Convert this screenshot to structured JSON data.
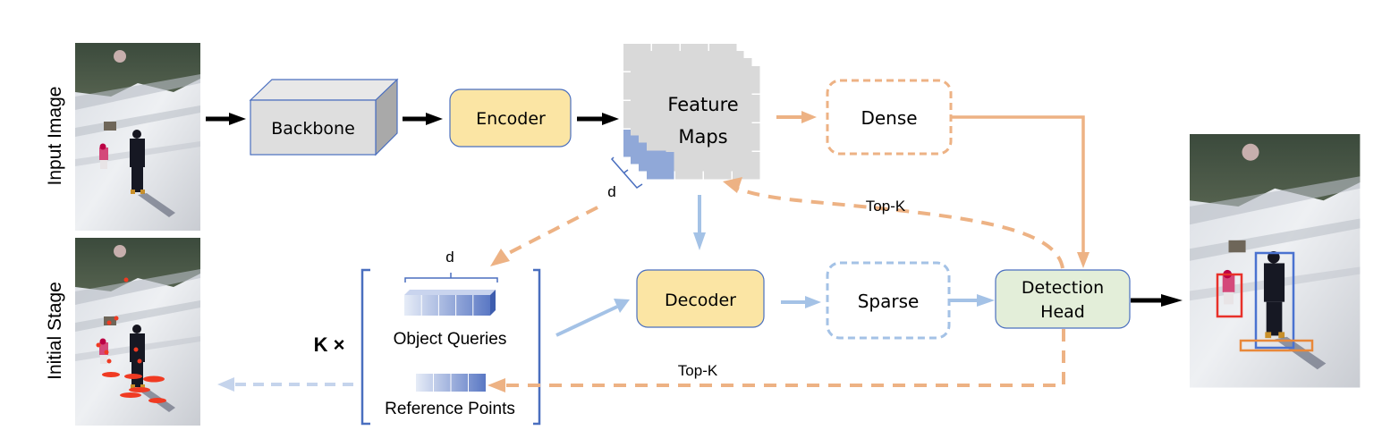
{
  "title": "Detection pipeline: Backbone, Encoder, Feature Maps, Decoder, Detection Head",
  "colors": {
    "orange_flow": "#EDB284",
    "blue_flow": "#A4C2E6",
    "black_flow": "#000000",
    "encoder_fill": "#FBE5A4",
    "head_fill": "#E3EED9",
    "backbone_fill": "#DEDEDE",
    "feature_cell": "#D9D9D9",
    "feature_highlight": "#90A8D8",
    "bracket_blue": "#4A6FBF",
    "box_red": "#E8312A",
    "box_blue": "#4A72D0",
    "box_orange": "#E8883A",
    "keypoint_red": "#F03A22"
  },
  "side_labels": {
    "input_image": "Input Image",
    "initial_stage": "Initial Stage"
  },
  "nodes": {
    "backbone": "Backbone",
    "encoder": "Encoder",
    "feature_maps_line1": "Feature",
    "feature_maps_line2": "Maps",
    "dense": "Dense",
    "decoder": "Decoder",
    "sparse": "Sparse",
    "detection_head_line1": "Detection",
    "detection_head_line2": "Head",
    "object_queries": "Object Queries",
    "reference_points": "Reference Points"
  },
  "annotations": {
    "d_feature": "d",
    "d_query": "d",
    "k_times": "K ×",
    "topk_upper": "Top-K",
    "topk_lower": "Top-K"
  },
  "images": {
    "input": "input-image",
    "initial_stage": "initial-stage-image",
    "output": "output-detections-image"
  }
}
